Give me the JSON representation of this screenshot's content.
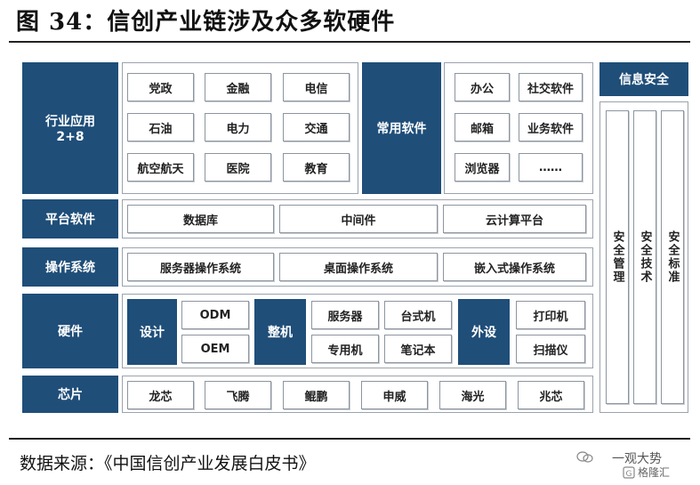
{
  "title": "图 34：信创产业链涉及众多软硬件",
  "rows": {
    "industry": {
      "label": "行业应用\n2+8",
      "items": [
        "党政",
        "金融",
        "电信",
        "石油",
        "电力",
        "交通",
        "航空航天",
        "医院",
        "教育"
      ]
    },
    "common": {
      "label": "常用软件",
      "items": [
        "办公",
        "社交软件",
        "邮箱",
        "业务软件",
        "浏览器",
        "……"
      ]
    },
    "platform": {
      "label": "平台软件",
      "items": [
        "数据库",
        "中间件",
        "云计算平台"
      ]
    },
    "os": {
      "label": "操作系统",
      "items": [
        "服务器操作系统",
        "桌面操作系统",
        "嵌入式操作系统"
      ]
    },
    "hardware": {
      "label": "硬件",
      "design": {
        "label": "设计",
        "items": [
          "ODM",
          "OEM"
        ]
      },
      "machine": {
        "label": "整机",
        "items": [
          "服务器",
          "台式机",
          "专用机",
          "笔记本"
        ]
      },
      "peripheral": {
        "label": "外设",
        "items": [
          "打印机",
          "扫描仪"
        ]
      }
    },
    "chip": {
      "label": "芯片",
      "items": [
        "龙芯",
        "飞腾",
        "鲲鹏",
        "申威",
        "海光",
        "兆芯"
      ]
    }
  },
  "security": {
    "label": "信息安全",
    "items": [
      "安全管理",
      "安全技术",
      "安全标准"
    ]
  },
  "source": "数据来源：《中国信创产业发展白皮书》",
  "watermark": {
    "line1": "一观大势",
    "line2": "格隆汇"
  },
  "colors": {
    "navy": "#1f4e79",
    "border": "#8c959f"
  }
}
